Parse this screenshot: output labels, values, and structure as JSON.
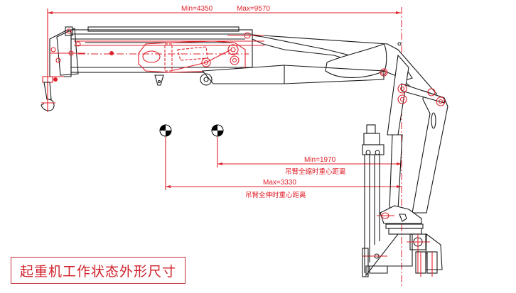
{
  "drawing": {
    "title": "起重机工作状态外形尺寸",
    "colors": {
      "dimension": "#e0202a",
      "outline": "#1a1a1a",
      "background": "#ffffff"
    },
    "dimensions": {
      "reach": {
        "min_label": "Min=4350",
        "max_label": "Max=9570"
      },
      "cog_retracted": {
        "value_label": "Min=1970",
        "caption": "吊臂全缩时重心距离"
      },
      "cog_extended": {
        "value_label": "Max=3330",
        "caption": "吊臂全伸时重心距离"
      }
    },
    "symbols": {
      "cog_markers": [
        "center-of-gravity-extended",
        "center-of-gravity-retracted"
      ]
    }
  }
}
